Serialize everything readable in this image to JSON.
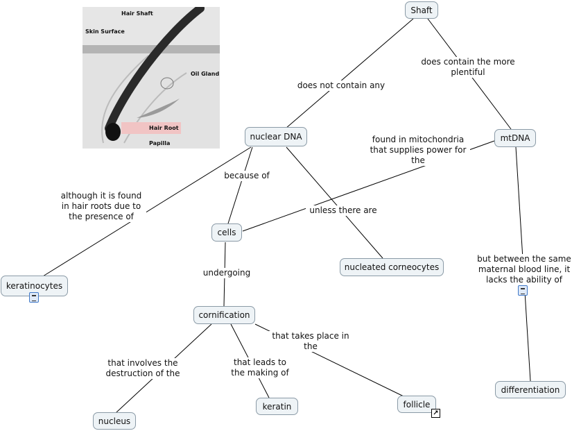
{
  "concepts": {
    "shaft": "Shaft",
    "nuclear_dna": "nuclear DNA",
    "mtdna": "mtDNA",
    "cells": "cells",
    "nucleated_corneocytes": "nucleated corneocytes",
    "keratinocytes": "keratinocytes",
    "cornification": "cornification",
    "nucleus": "nucleus",
    "keratin": "keratin",
    "follicle": "follicle",
    "differentiation": "differentiation"
  },
  "links": {
    "does_not_contain_any": "does not contain any",
    "does_contain_more": "does contain the more plentiful",
    "found_in_mitochondria": "found in mitochondria that supplies power for the",
    "although_found": "although it is found in hair roots due to the presence of",
    "because_of": "because of",
    "unless_there_are": "unless there are",
    "undergoing": "undergoing",
    "but_between": "but between the same maternal blood line, it lacks the ability of",
    "involves_destruction": "that involves the destruction of the",
    "leads_to": "that leads to the making of",
    "takes_place_in": "that takes place in the"
  },
  "image_labels": {
    "hair_shaft": "Hair Shaft",
    "skin_surface": "Skin Surface",
    "oil_gland": "Oil Gland",
    "hair_root": "Hair Root",
    "papilla": "Papilla"
  },
  "icons": {
    "keratinocytes_resource": "document-icon",
    "differentiation_resource": "document-icon",
    "follicle_link": "shortcut-arrow-icon"
  },
  "colors": {
    "node_fill": "#eef3f6",
    "node_border": "#8a9aa6",
    "line": "#000000",
    "hair_root_highlight": "#f1c4c4"
  }
}
